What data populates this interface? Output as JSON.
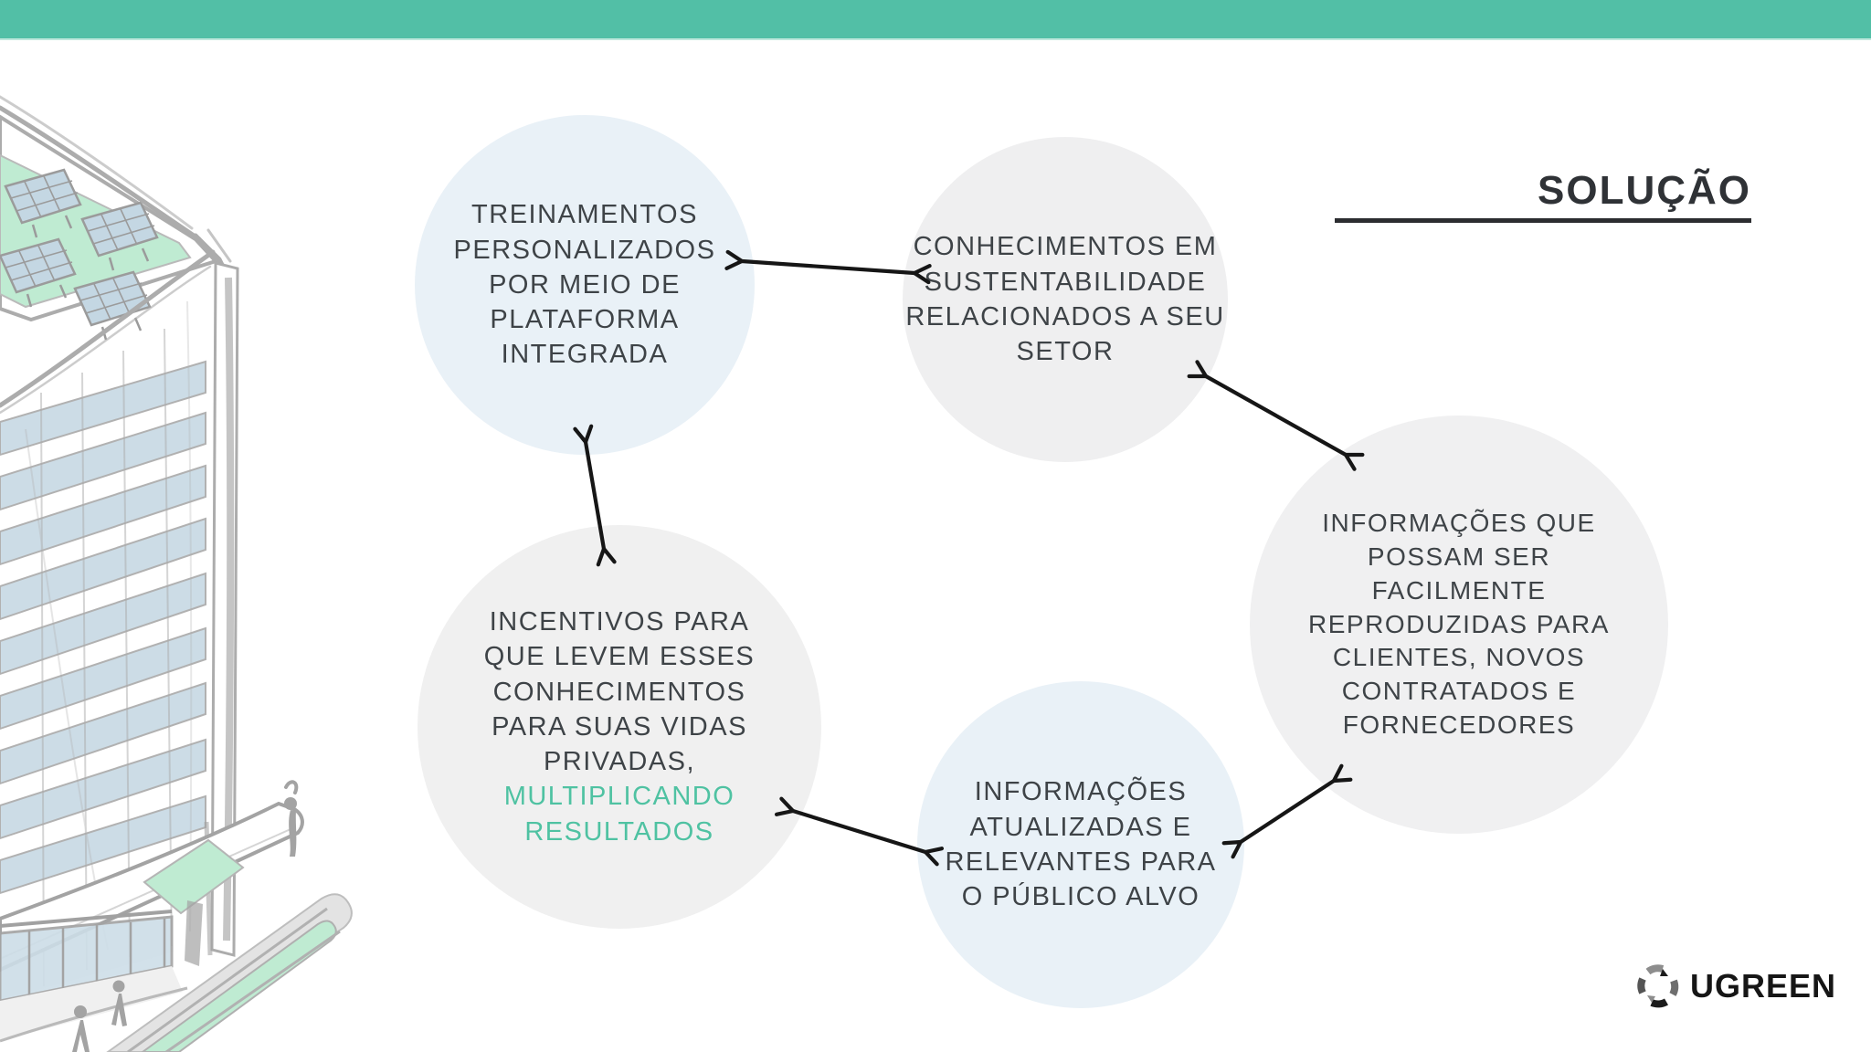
{
  "page": {
    "kind": "presentation-slide",
    "language": "pt-BR",
    "accent_bar_color": "#52bfa6",
    "background_color": "#ffffff"
  },
  "title": {
    "text": "SOLUÇÃO",
    "color": "#2f3236",
    "underline_color": "#2c2d30"
  },
  "diagram": {
    "circles": [
      {
        "id": "treinamentos",
        "text": "TREINAMENTOS\nPERSONALIZADOS\nPOR MEIO DE\nPLATAFORMA\nINTEGRADA",
        "fill": "#e9f1f7"
      },
      {
        "id": "conhecimentos",
        "text": "CONHECIMENTOS EM\nSUSTENTABILIDADE\nRELACIONADOS A SEU\nSETOR",
        "fill": "#efeff0"
      },
      {
        "id": "informacoes-reproduzidas",
        "text": "INFORMAÇÕES QUE\nPOSSAM SER\nFACILMENTE\nREPRODUZIDAS PARA\nCLIENTES, NOVOS\nCONTRATADOS E\nFORNECEDORES",
        "fill": "#f0f0f1"
      },
      {
        "id": "informacoes-atualizadas",
        "text": "INFORMAÇÕES\nATUALIZADAS E\nRELEVANTES PARA\nO PÚBLICO ALVO",
        "fill": "#e9f1f7"
      },
      {
        "id": "incentivos",
        "text_dark": "INCENTIVOS PARA\nQUE LEVEM ESSES\nCONHECIMENTOS\nPARA SUAS VIDAS\nPRIVADAS,",
        "text_accent": "MULTIPLICANDO\nRESULTADOS",
        "accent_color": "#4fc2a2",
        "fill": "#f0f0f0"
      }
    ],
    "connections": [
      {
        "from": "treinamentos",
        "to": "conhecimentos",
        "style": "double-arrow"
      },
      {
        "from": "conhecimentos",
        "to": "informacoes-reproduzidas",
        "style": "double-arrow"
      },
      {
        "from": "informacoes-reproduzidas",
        "to": "informacoes-atualizadas",
        "style": "double-arrow"
      },
      {
        "from": "informacoes-atualizadas",
        "to": "incentivos",
        "style": "double-arrow"
      },
      {
        "from": "incentivos",
        "to": "treinamentos",
        "style": "double-arrow"
      },
      {
        "arrow_color": "#161616"
      }
    ]
  },
  "illustration": {
    "description": "hand-sketched eco high-rise building with green roof, solar panels, glass facade, green planters and pedestrians",
    "roof_green": "#b2e7c9",
    "window_blue": "#bdd2df",
    "sketch_gray": "#9a9a9a"
  },
  "logo": {
    "text": "UGREEN",
    "mark": "circular-arcs-logo"
  },
  "text_colors": {
    "circle_text": "#3e4347",
    "accent_text": "#4fc2a2"
  }
}
